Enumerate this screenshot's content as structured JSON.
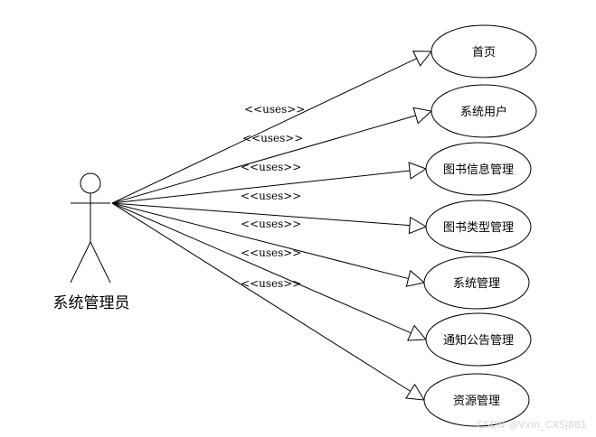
{
  "actor": {
    "label": "系统管理员"
  },
  "relationship_label": "<<uses>>",
  "use_cases": [
    {
      "id": "home",
      "label": "首页"
    },
    {
      "id": "system-user",
      "label": "系统用户"
    },
    {
      "id": "book-info-management",
      "label": "图书信息管理"
    },
    {
      "id": "book-type-management",
      "label": "图书类型管理"
    },
    {
      "id": "system-management",
      "label": "系统管理"
    },
    {
      "id": "notice-management",
      "label": "通知公告管理"
    },
    {
      "id": "resource-management",
      "label": "资源管理"
    }
  ],
  "watermark": "CSDN @Vxin_CXSJ881"
}
